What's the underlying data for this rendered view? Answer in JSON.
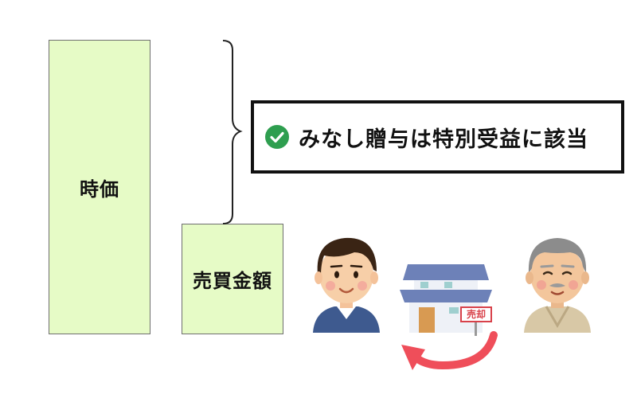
{
  "bars": {
    "market_value_label": "時価",
    "sale_amount_label": "売買金額"
  },
  "callout": {
    "text": "みなし贈与は特別受益に該当",
    "icon": "check-circle-icon",
    "icon_color": "#2e9e4f"
  },
  "illustration": {
    "sale_sign": "売却"
  },
  "colors": {
    "bar_fill": "#e6fbc6",
    "arrow": "#ef4e5a"
  }
}
